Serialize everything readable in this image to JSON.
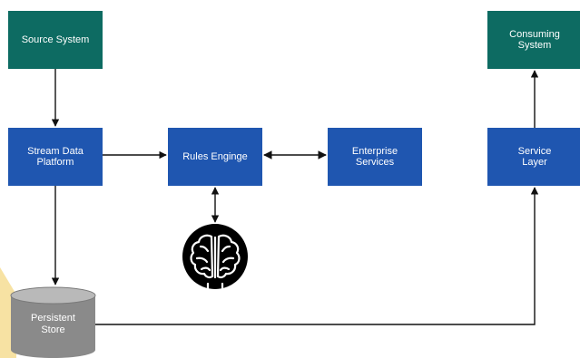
{
  "nodes": {
    "source_system": "Source System",
    "consuming_system": "Consuming\nSystem",
    "stream_data_platform": "Stream Data\nPlatform",
    "rules_engine": "Rules Enginge",
    "enterprise_services": "Enterprise\nServices",
    "service_layer": "Service\nLayer",
    "persistent_store": "Persistent\nStore"
  },
  "icons": {
    "brain": "brain-icon",
    "store": "database-cylinder-icon"
  },
  "colors": {
    "teal_node": "#0d6b62",
    "blue_node": "#1f56b0",
    "store_gray": "#8a8a8a",
    "highlight": "#f7e2a3",
    "arrow": "#111111"
  }
}
